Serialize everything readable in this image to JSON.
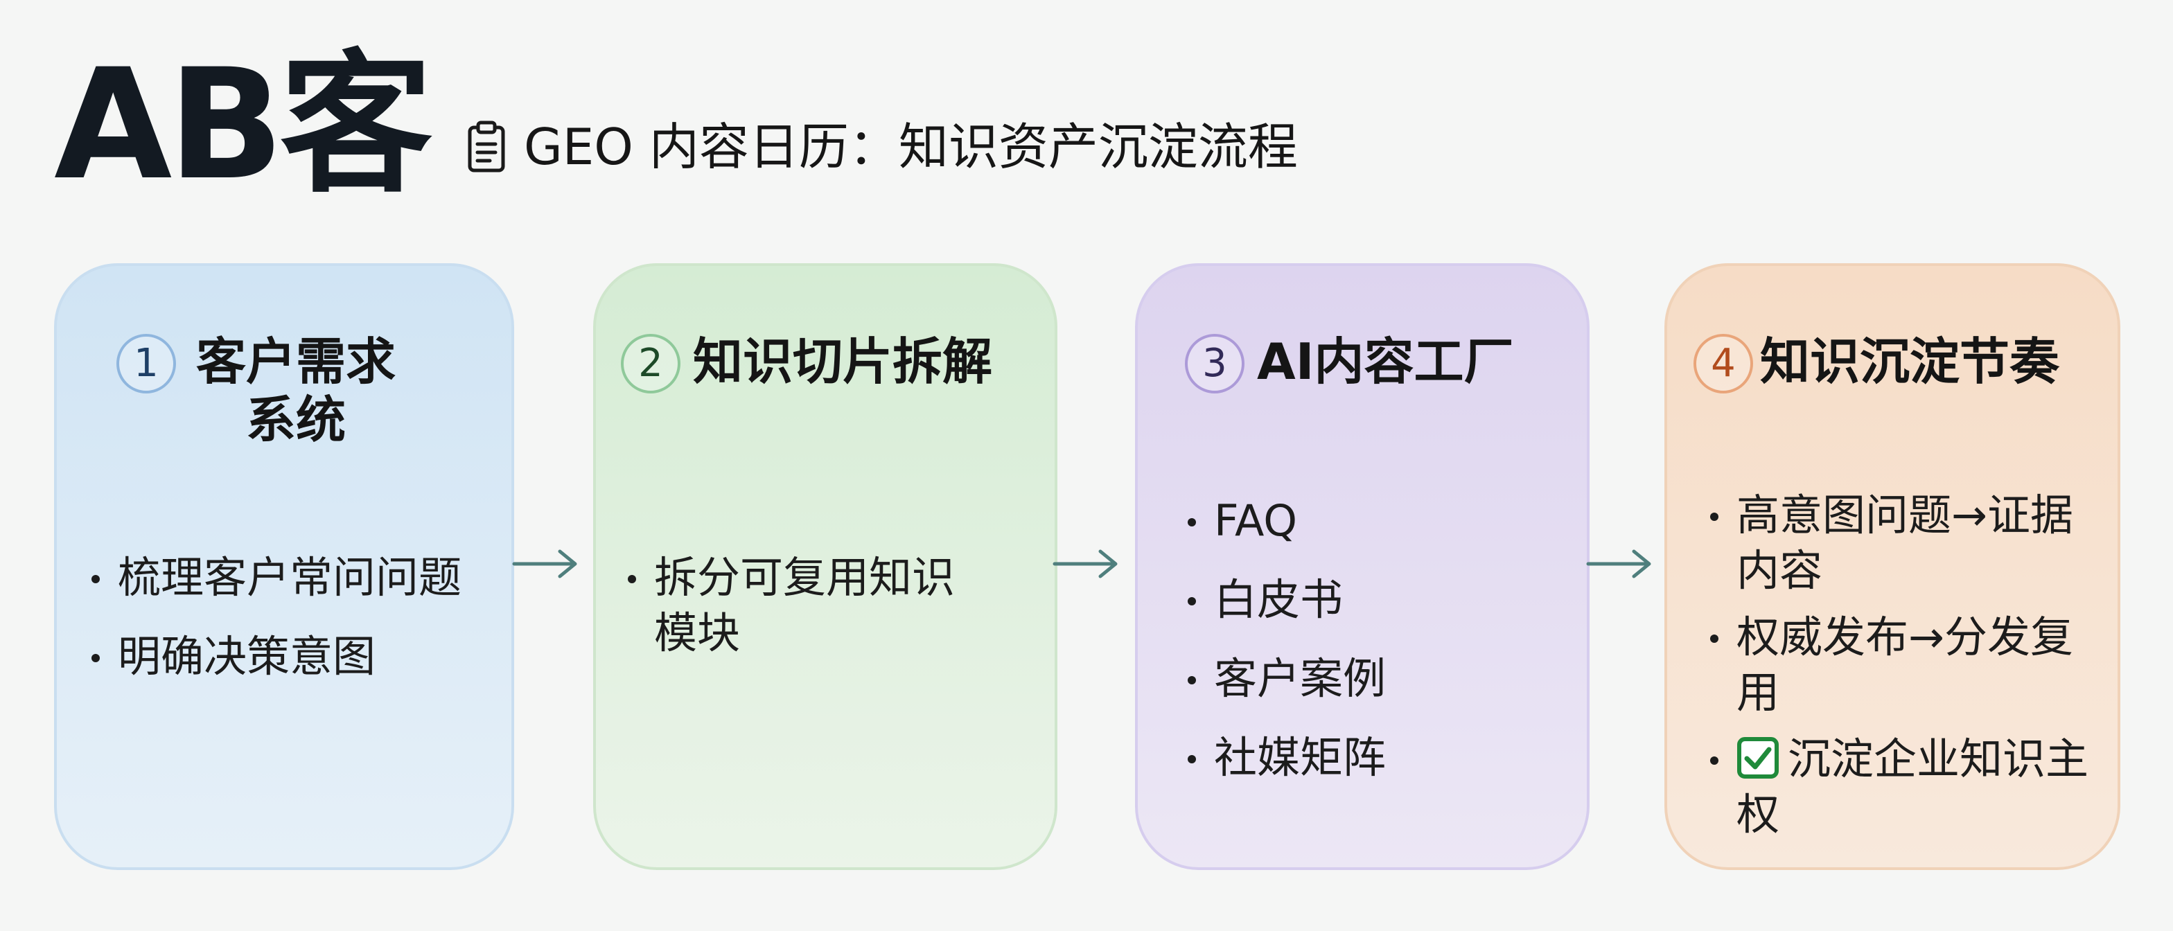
{
  "brand": "AB客",
  "header": {
    "icon": "document-icon",
    "title": "GEO 内容日历：知识资产沉淀流程"
  },
  "steps": [
    {
      "number": "1",
      "title": "客户需求系统",
      "accent": "#8fb6de",
      "bullets": [
        "梳理客户常问问题",
        "明确决策意图"
      ]
    },
    {
      "number": "2",
      "title": "知识切片拆解",
      "accent": "#8fc99a",
      "bullets": [
        "拆分可复用知识模块"
      ]
    },
    {
      "number": "3",
      "title": "AI内容工厂",
      "accent": "#ac9ad8",
      "bullets": [
        "FAQ",
        "白皮书",
        "客户案例",
        "社媒矩阵"
      ]
    },
    {
      "number": "4",
      "title": "知识沉淀节奏",
      "accent": "#e9a57a",
      "bullets": [
        "高意图问题→证据内容",
        "权威发布→分发复用",
        "沉淀企业知识主权"
      ],
      "check_icon": "checkbox-checked-icon"
    }
  ],
  "connector_color": "#4f7f7d"
}
